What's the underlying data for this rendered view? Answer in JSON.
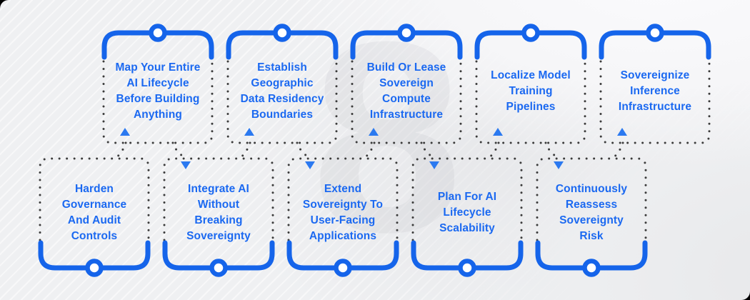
{
  "colors": {
    "accent_blue": "#1564ea",
    "text_blue": "#1b69f1",
    "arrow_blue": "#2b79f0",
    "dot_gray": "#3b3b3b",
    "background": "#eff0f2"
  },
  "icons": {
    "node": "timeline-node-icon",
    "arrow_up": "flow-arrow-up-icon",
    "arrow_down": "flow-arrow-down-icon"
  },
  "background_watermark": "8",
  "top_row": [
    {
      "label": "Map Your Entire\nAI Lifecycle\nBefore Building\nAnything",
      "arrow": "up"
    },
    {
      "label": "Establish\nGeographic\nData Residency\nBoundaries",
      "arrow": "up"
    },
    {
      "label": "Build Or Lease\nSovereign\nCompute\nInfrastructure",
      "arrow": "up"
    },
    {
      "label": "Localize Model\nTraining\nPipelines",
      "arrow": "up"
    },
    {
      "label": "Sovereignize\nInference\nInfrastructure",
      "arrow": "up"
    }
  ],
  "bottom_row": [
    {
      "label": "Harden\nGovernance\nAnd Audit\nControls",
      "arrow": null
    },
    {
      "label": "Integrate AI\nWithout\nBreaking\nSovereignty",
      "arrow": "down"
    },
    {
      "label": "Extend\nSovereignty To\nUser-Facing\nApplications",
      "arrow": "down"
    },
    {
      "label": "Plan For AI\nLifecycle\nScalability",
      "arrow": "down"
    },
    {
      "label": "Continuously\nReassess\nSovereignty\nRisk",
      "arrow": "down"
    }
  ]
}
